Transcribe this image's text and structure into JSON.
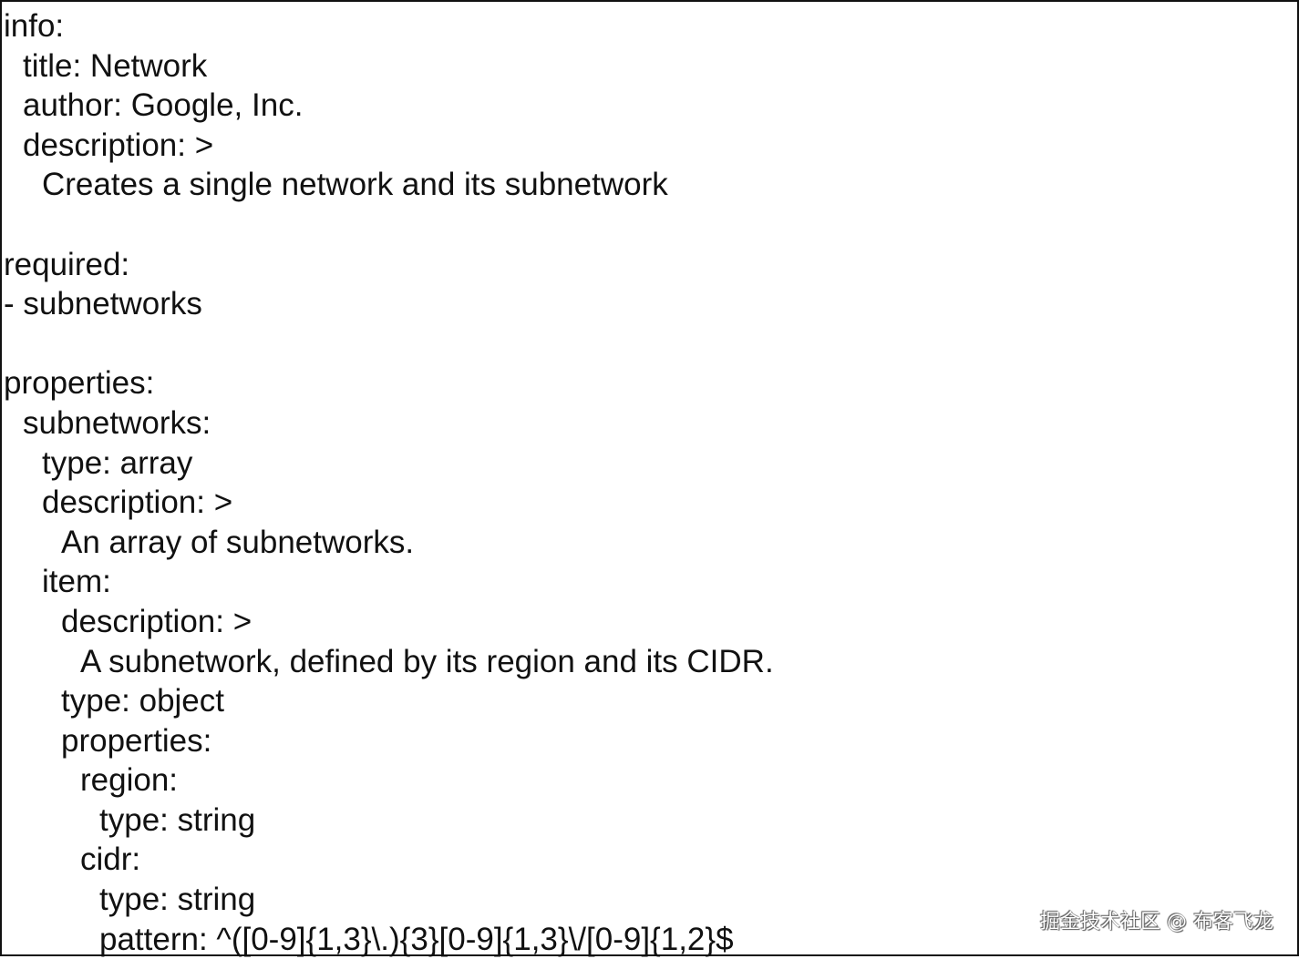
{
  "document": {
    "lines": [
      {
        "indent": 0,
        "text": "info:"
      },
      {
        "indent": 1,
        "text": "title: Network"
      },
      {
        "indent": 1,
        "text": "author: Google, Inc."
      },
      {
        "indent": 1,
        "text": "description: >"
      },
      {
        "indent": 2,
        "text": "Creates a single network and its subnetwork"
      },
      {
        "indent": 0,
        "text": ""
      },
      {
        "indent": 0,
        "text": "required:"
      },
      {
        "indent": 0,
        "text": "- subnetworks"
      },
      {
        "indent": 0,
        "text": ""
      },
      {
        "indent": 0,
        "text": "properties:"
      },
      {
        "indent": 1,
        "text": "subnetworks:"
      },
      {
        "indent": 2,
        "text": "type: array"
      },
      {
        "indent": 2,
        "text": "description: >"
      },
      {
        "indent": 3,
        "text": "An array of subnetworks."
      },
      {
        "indent": 2,
        "text": "item:"
      },
      {
        "indent": 3,
        "text": "description: >"
      },
      {
        "indent": 4,
        "text": "A subnetwork, defined by its region and its CIDR."
      },
      {
        "indent": 3,
        "text": "type: object"
      },
      {
        "indent": 3,
        "text": "properties:"
      },
      {
        "indent": 4,
        "text": "region:"
      },
      {
        "indent": 5,
        "text": "type: string"
      },
      {
        "indent": 4,
        "text": "cidr:"
      },
      {
        "indent": 5,
        "text": "type: string"
      },
      {
        "indent": 5,
        "text": "pattern: ^([0-9]{1,3}\\.){3}[0-9]{1,3}\\/[0-9]{1,2}$"
      }
    ]
  },
  "watermark": "掘金技术社区 @ 布客飞龙"
}
